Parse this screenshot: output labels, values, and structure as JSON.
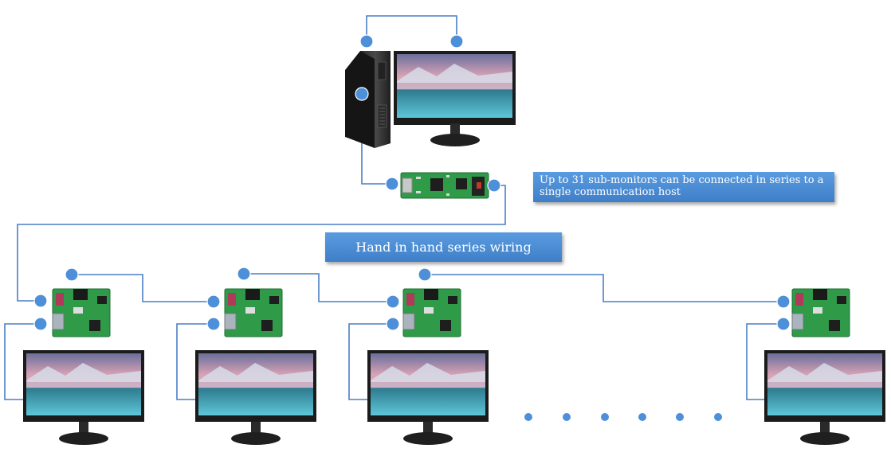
{
  "annotations": {
    "note": "Up to 31 sub-monitors can be connected in series to a single communication host",
    "title": "Hand in hand series wiring"
  },
  "colors": {
    "wire": "#4a7fc4",
    "node": "#4d8fd8",
    "pcb": "#2f9a48",
    "screen_bezel": "#1b1b1b"
  },
  "nodes": {
    "host_pc": "desktop-tower-icon",
    "host_monitor": "monitor-icon",
    "communication_host": "pcb-board-icon",
    "sub_monitor_boards": 4,
    "display_monitors": 4,
    "ellipsis_dots": 6
  }
}
